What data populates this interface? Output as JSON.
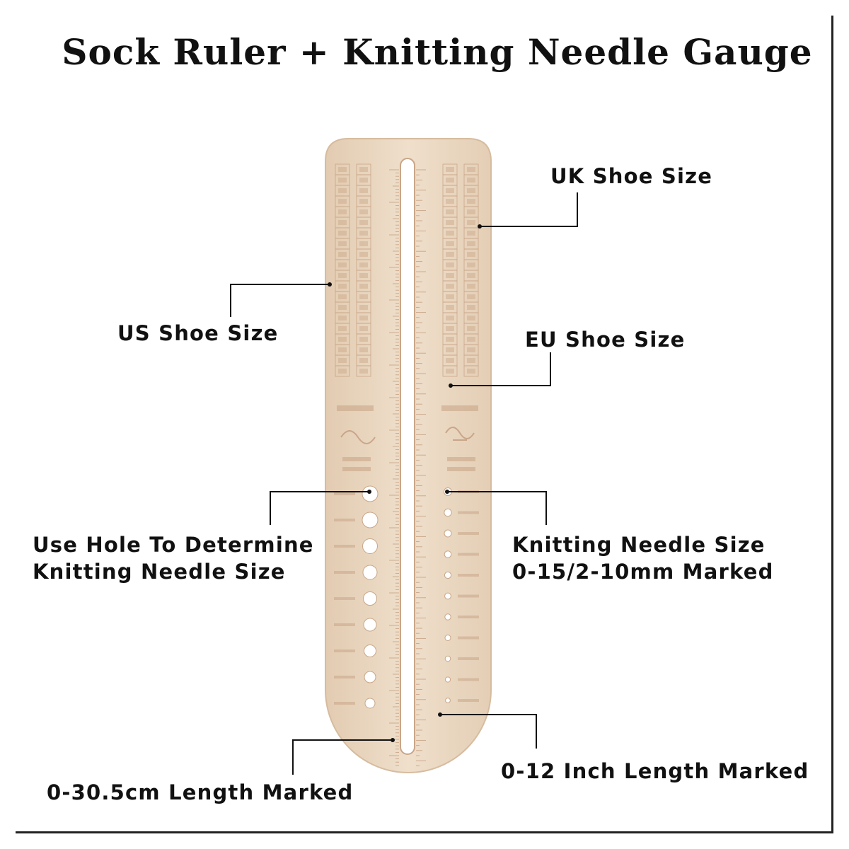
{
  "title": "Sock Ruler + Knitting Needle Gauge",
  "callouts": {
    "uk_shoe_size": "UK Shoe Size",
    "us_shoe_size": "US Shoe Size",
    "eu_shoe_size": "EU Shoe Size",
    "hole_line1": "Use Hole To Determine",
    "hole_line2": "Knitting Needle Size",
    "needle_line1": "Knitting Needle Size",
    "needle_line2": "0-15/2-10mm Marked",
    "cm_length": "0-30.5cm Length Marked",
    "inch_length": "0-12 Inch Length Marked"
  },
  "colors": {
    "wood": "#ead6bf",
    "engraving": "#c9a688",
    "hole": "#ffffff",
    "line": "#111111"
  }
}
